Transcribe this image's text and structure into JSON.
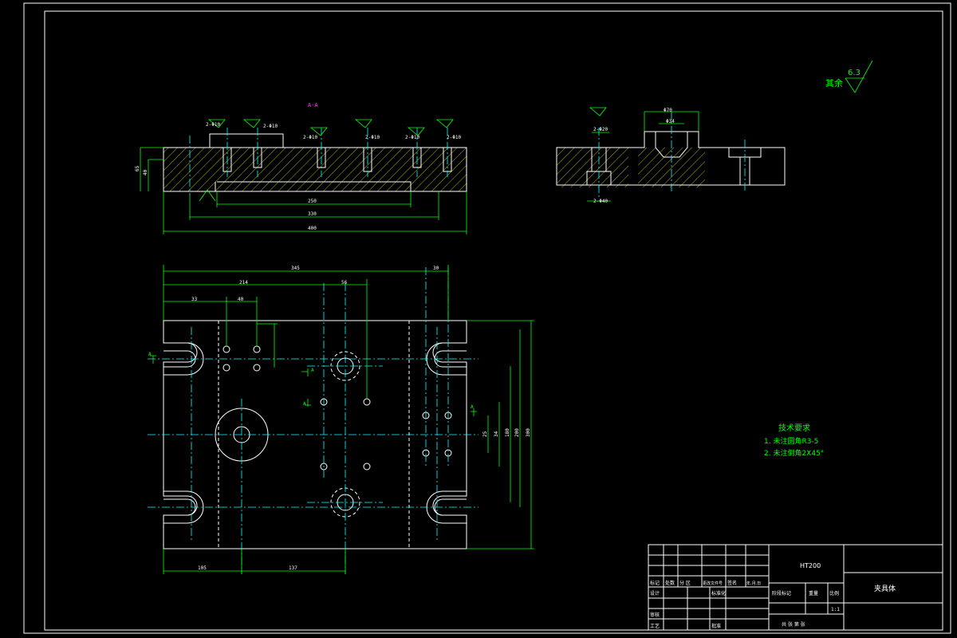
{
  "section_label": "A-A",
  "roughness": {
    "prefix": "其余",
    "value": "6.3"
  },
  "tech_requirements": {
    "title": "技术要求",
    "items": [
      "1. 未注圆角R3-5",
      "2. 未注倒角2X45°"
    ]
  },
  "dimensions": {
    "front": [
      "250",
      "330",
      "400",
      "40",
      "65"
    ],
    "front_callouts": [
      "2-Φ10",
      "2-Φ10",
      "2-Φ10",
      "2-Φ10",
      "2-Φ10",
      "2-Φ10"
    ],
    "side": [
      "Φ70",
      "Φ34",
      "2-Φ20",
      "2-Φ40"
    ],
    "plan_top": [
      "345",
      "214",
      "56",
      "30",
      "33",
      "40"
    ],
    "plan_right": [
      "25",
      "34",
      "180",
      "200",
      "300"
    ],
    "plan_bottom": [
      "105",
      "137"
    ]
  },
  "title_block": {
    "material": "HT200",
    "part_name": "夹具体",
    "scale": "1:1",
    "row_labels": [
      "标记",
      "设计",
      "审核",
      "工艺"
    ],
    "header_cells": [
      "处数",
      "分 区",
      "更改文件号",
      "签名",
      "年.月.日"
    ],
    "mid_labels": [
      "标准化",
      "批准",
      "阶段标记",
      "重量",
      "比例"
    ],
    "sheet": "共 张 第 张"
  },
  "section_marks": [
    "A",
    "A",
    "A",
    "A"
  ]
}
